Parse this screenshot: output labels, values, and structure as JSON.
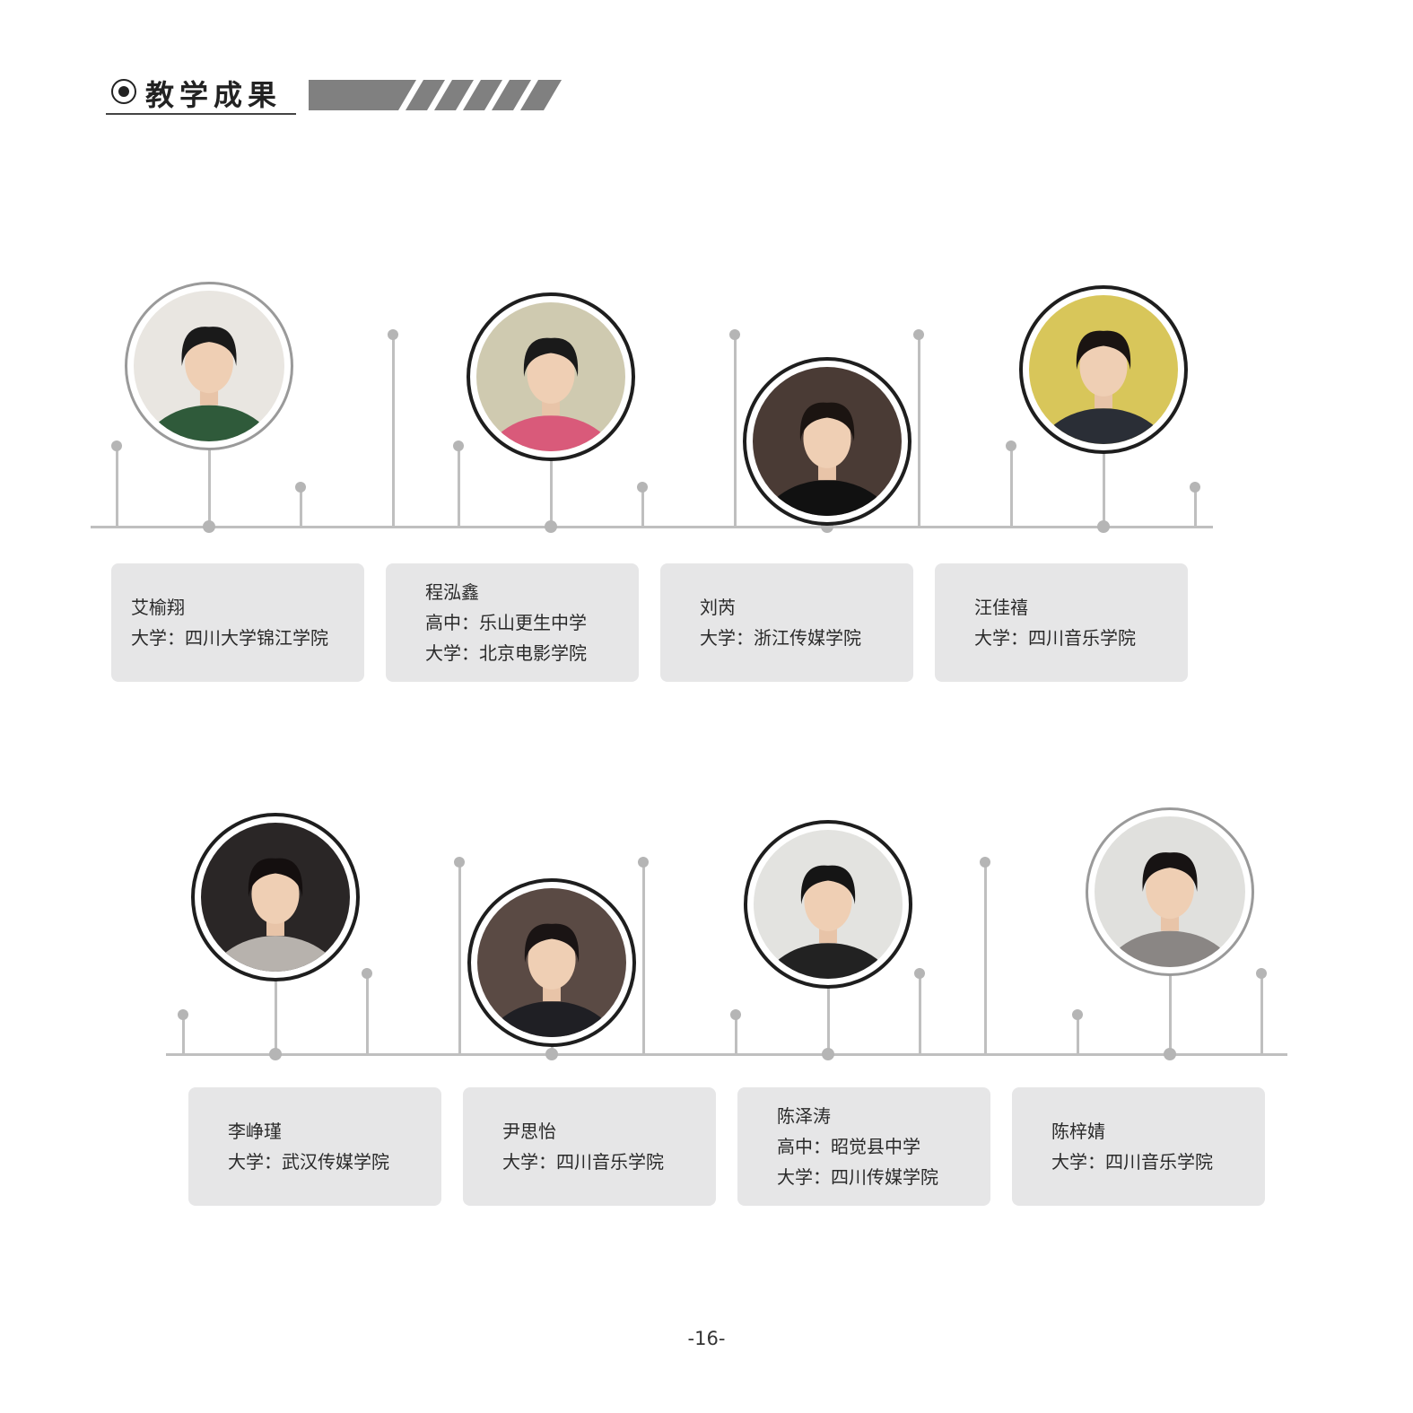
{
  "section": {
    "title": "教学成果"
  },
  "colors": {
    "axis": "#bfbfbf",
    "card_bg": "#e6e6e7",
    "ring_dark": "#1e1e1e",
    "ring_grey": "#9a9a9a",
    "stripe": "#808080"
  },
  "rows": [
    {
      "students": [
        {
          "name": "艾榆翔",
          "lines": [
            "大学：四川大学锦江学院"
          ],
          "ring": "grey",
          "shirt": "#2f5a3a",
          "bg": "#e9e6e1",
          "hair": "#1a1a1a"
        },
        {
          "name": "程泓鑫",
          "lines": [
            "高中：乐山更生中学",
            "大学：北京电影学院"
          ],
          "ring": "dark",
          "shirt": "#d95a7a",
          "bg": "#cfcab0",
          "hair": "#1a1a1a"
        },
        {
          "name": "刘芮",
          "lines": [
            "大学：浙江传媒学院"
          ],
          "ring": "dark",
          "shirt": "#111111",
          "bg": "#4a3b35",
          "hair": "#1b1411"
        },
        {
          "name": "汪佳禧",
          "lines": [
            "大学：四川音乐学院"
          ],
          "ring": "dark",
          "shirt": "#2a2e36",
          "bg": "#d8c65a",
          "hair": "#1a1412"
        }
      ]
    },
    {
      "students": [
        {
          "name": "李峥瑾",
          "lines": [
            "大学：武汉传媒学院"
          ],
          "ring": "dark",
          "shirt": "#b7b2ad",
          "bg": "#2a2626",
          "hair": "#140f0f"
        },
        {
          "name": "尹思怡",
          "lines": [
            "大学：四川音乐学院"
          ],
          "ring": "dark",
          "shirt": "#1f1f24",
          "bg": "#5a4a44",
          "hair": "#1a1414"
        },
        {
          "name": "陈泽涛",
          "lines": [
            "高中：昭觉县中学",
            "大学：四川传媒学院"
          ],
          "ring": "dark",
          "shirt": "#222222",
          "bg": "#e3e3e0",
          "hair": "#151515"
        },
        {
          "name": "陈梓婧",
          "lines": [
            "大学：四川音乐学院"
          ],
          "ring": "grey",
          "shirt": "#8a8684",
          "bg": "#e0e0dd",
          "hair": "#171313"
        }
      ]
    }
  ],
  "page_number": "-16-"
}
